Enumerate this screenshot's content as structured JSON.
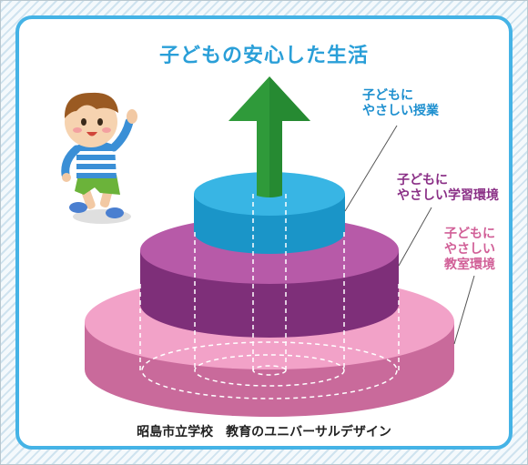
{
  "title": "子どもの安心した生活",
  "labels": {
    "top": [
      "子どもに",
      "やさしい授業"
    ],
    "middle": [
      "子どもに",
      "やさしい学習環境"
    ],
    "bottom": [
      "子どもに",
      "やさしい",
      "教室環境"
    ]
  },
  "footer": "昭島市立学校　教育のユニバーサルデザイン",
  "colors": {
    "frame": "#45b3e6",
    "title": "#2a9fd8",
    "tier_top": "#1fa4d6",
    "tier_middle": "#8e3c8a",
    "tier_bottom": "#e08ab8",
    "arrow": "#2f9a3a"
  },
  "icons": [
    "child-illustration",
    "up-arrow"
  ]
}
